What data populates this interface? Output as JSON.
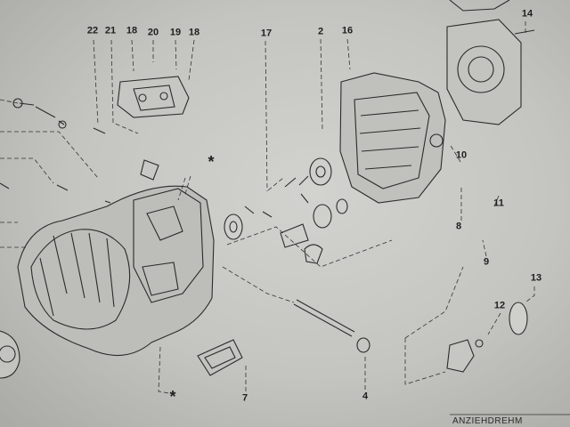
{
  "callouts": {
    "p2": "2",
    "p4": "4",
    "p7": "7",
    "p8": "8",
    "p9": "9",
    "p10": "10",
    "p11": "11",
    "p12": "12",
    "p13": "13",
    "p14": "14",
    "p16": "16",
    "p17": "17",
    "p18a": "18",
    "p18b": "18",
    "p19": "19",
    "p20": "20",
    "p21": "21",
    "p22": "22",
    "star_top": "*",
    "star_bottom": "*"
  },
  "footer_text": "ANZIEHDREHM"
}
